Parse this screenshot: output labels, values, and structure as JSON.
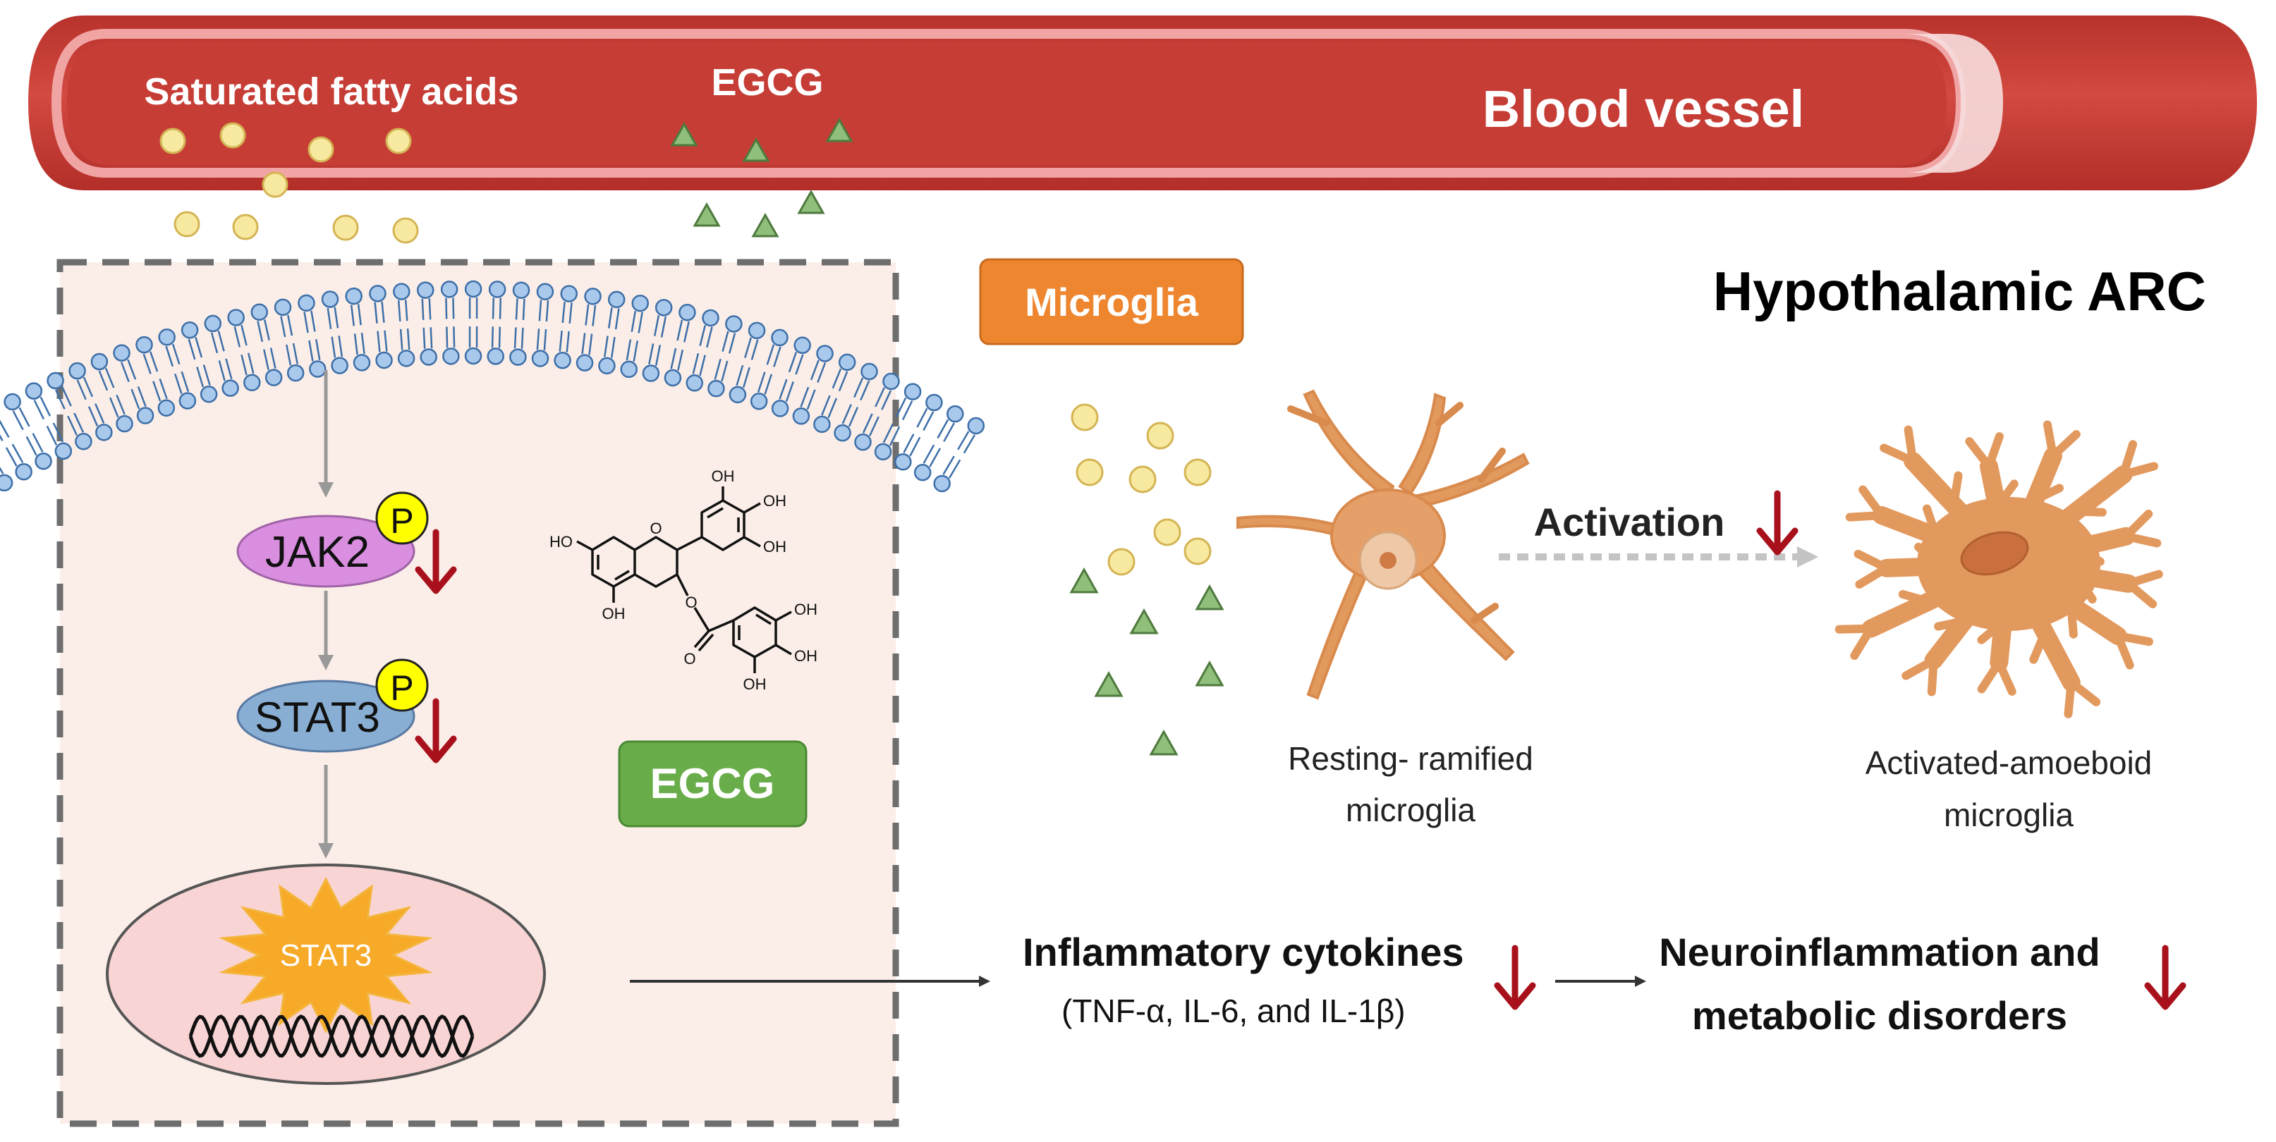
{
  "vessel": {
    "label": "Blood vessel",
    "sfa_label": "Saturated fatty acids",
    "egcg_label": "EGCG"
  },
  "region": {
    "title": "Hypothalamic ARC"
  },
  "pathway": {
    "jak2": "JAK2",
    "stat3": "STAT3",
    "nuclear_stat3": "STAT3",
    "phospho": "P",
    "molecule_label": "EGCG",
    "oh": "OH",
    "ho": "HO",
    "o": "O"
  },
  "microglia": {
    "badge": "Microglia",
    "activation": "Activation",
    "resting_line1": "Resting- ramified",
    "resting_line2": "microglia",
    "activated_line1": "Activated-amoeboid",
    "activated_line2": "microglia"
  },
  "outcomes": {
    "cytokines_title": "Inflammatory cytokines",
    "cytokines_detail": "(TNF-α, IL-6, and IL-1β)",
    "neuro_line1": "Neuroinflammation and",
    "neuro_line2": "metabolic disorders"
  },
  "colors": {
    "vessel": "#c8413a",
    "sfa_particle": "#f7e9a0",
    "egcg_particle": "#8fbf7a",
    "panel_bg": "#fbeee8",
    "jak2": "#d98ee0",
    "stat3": "#89aed3",
    "phospho": "#ffff00",
    "down_arrow": "#a8111b",
    "microglia_badge": "#ee8630",
    "egcg_badge": "#69ad4a",
    "microglia_cell": "#e2995e",
    "nucleus_bg": "#f9d4d4",
    "membrane": "#a9c9ec"
  }
}
